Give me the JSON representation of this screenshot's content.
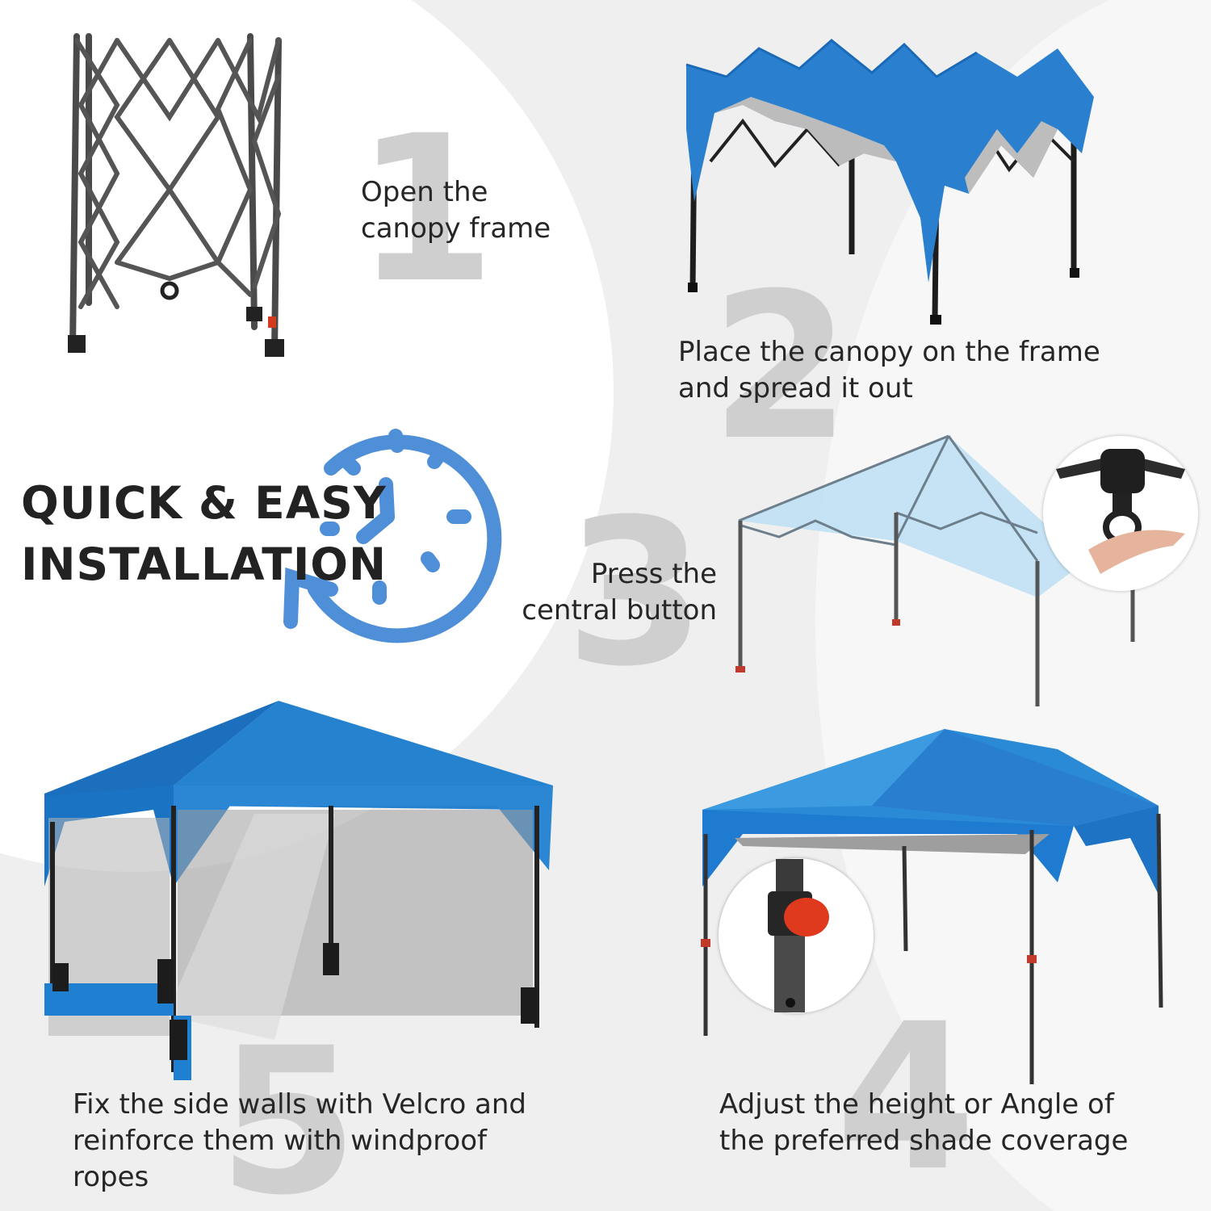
{
  "headline": {
    "line1": "QUICK & EASY",
    "line2": "INSTALLATION"
  },
  "steps": [
    {
      "number": "1",
      "line1": "Open the",
      "line2": "canopy frame",
      "line3": ""
    },
    {
      "number": "2",
      "line1": "Place the canopy on the frame",
      "line2": "and spread it out",
      "line3": ""
    },
    {
      "number": "3",
      "line1": "Press the",
      "line2": "central button",
      "line3": ""
    },
    {
      "number": "4",
      "line1": "Adjust the height or Angle of",
      "line2": "the preferred shade coverage",
      "line3": ""
    },
    {
      "number": "5",
      "line1": "Fix the side walls with Velcro and",
      "line2": "reinforce them with windproof",
      "line3": "ropes"
    }
  ],
  "colors": {
    "canopy_blue": "#1f7fd0",
    "canopy_light": "#4aa3e2",
    "clock_blue": "#4f8fd8",
    "frame_gray": "#4a4a4a",
    "number_gray": "#cfcfcf",
    "text": "#262626",
    "lock_red": "#e03a1e"
  },
  "icons": {
    "clock": "clock-refresh-icon",
    "frame": "folding-frame-icon",
    "button": "central-hub-button-icon",
    "lock": "leg-lock-icon"
  }
}
